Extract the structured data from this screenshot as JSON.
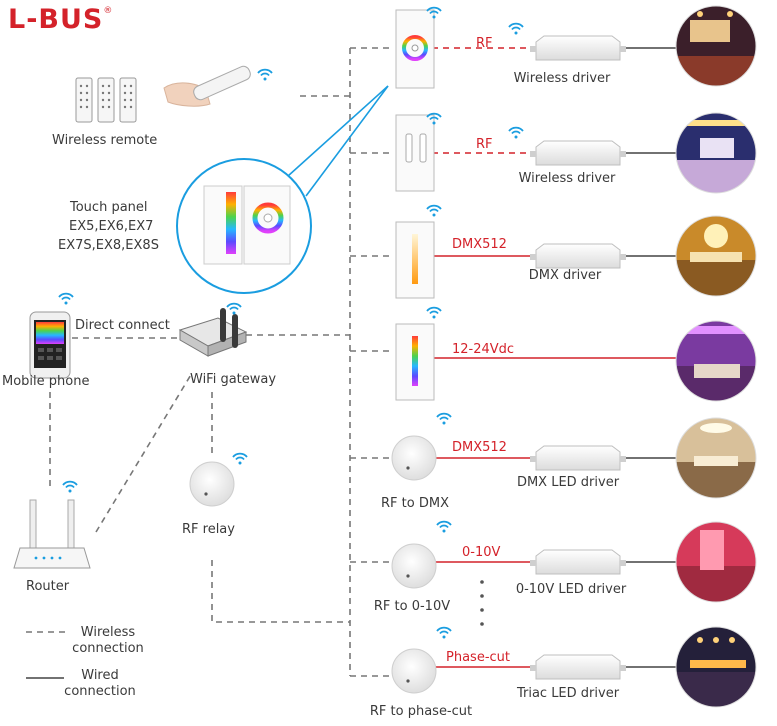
{
  "brand": {
    "logo_text": "L-BUS",
    "logo_mark": "®"
  },
  "sources": {
    "wireless_remote": "Wireless remote",
    "touch_panel_title": "Touch panel",
    "touch_panel_models_1": "EX5,EX6,EX7",
    "touch_panel_models_2": "EX7S,EX8,EX8S",
    "mobile_phone": "Mobile phone",
    "direct_connect": "Direct connect",
    "wifi_gateway": "WiFi gateway",
    "rf_relay": "RF relay",
    "router": "Router"
  },
  "rows": [
    {
      "link": "RF",
      "driver": "Wireless driver"
    },
    {
      "link": "RF",
      "driver": "Wireless driver"
    },
    {
      "link": "DMX512",
      "driver": "DMX driver"
    },
    {
      "link": "12-24Vdc",
      "driver": ""
    },
    {
      "link": "DMX512",
      "driver": "DMX LED driver",
      "receiver": "RF to DMX"
    },
    {
      "link": "0-10V",
      "driver": "0-10V LED driver",
      "receiver": "RF to 0-10V"
    },
    {
      "link": "Phase-cut",
      "driver": "Triac LED driver",
      "receiver": "RF to phase-cut"
    }
  ],
  "legend": {
    "wireless_1": "Wireless",
    "wireless_2": "connection",
    "wired_1": "Wired",
    "wired_2": "connection"
  },
  "colors": {
    "accent": "#d4222a",
    "wireless_line": "#777777",
    "wired_line": "#444444",
    "wifi_icon": "#1a9de0",
    "zoom_circle": "#1a9de0"
  }
}
